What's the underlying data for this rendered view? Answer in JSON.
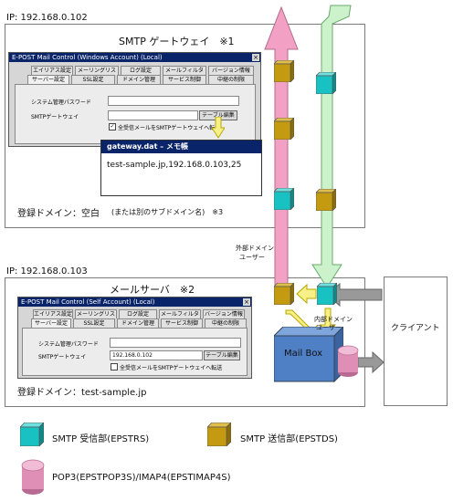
{
  "gateway": {
    "ip": "IP: 192.168.0.102",
    "title": "SMTP ゲートウェイ　※1",
    "window_title": "E-POST Mail Control (Windows Account) (Local)",
    "close_glyph": "×",
    "tabs_row1": [
      "エイリアス設定",
      "メーリングリスト",
      "ログ設定",
      "メールフィルタ",
      "バージョン情報"
    ],
    "tabs_row2": [
      "サーバー設定",
      "SSL設定",
      "ドメイン管理",
      "サービス制御",
      "中継の制限"
    ],
    "field_admin_password": "システム管理パスワード",
    "field_smtp_gateway": "SMTPゲートウェイ",
    "table_edit_button": "テーブル編集",
    "checkbox_check": "✓",
    "checkbox_label": "全受信メールをSMTPゲートウェイへ転送",
    "notepad_title": "gateway.dat – メモ帳",
    "notepad_content": "test-sample.jp,192.168.0.103,25",
    "domain_label": "登録ドメイン：空白",
    "domain_note": "(または別のサブドメイン名)　※3"
  },
  "mailserver": {
    "ip": "IP: 192.168.0.103",
    "title": "メールサーバ　※2",
    "window_title": "E-POST Mail Control (Self Account) (Local)",
    "close_glyph": "×",
    "tabs_row1": [
      "エイリアス設定",
      "メーリングリスト",
      "ログ設定",
      "メールフィルタ",
      "バージョン情報"
    ],
    "tabs_row2": [
      "サーバー設定",
      "SSL設定",
      "ドメイン管理",
      "サービス制御",
      "中継の制限"
    ],
    "field_admin_password": "システム管理パスワード",
    "field_smtp_gateway": "SMTPゲートウェイ",
    "smtp_gateway_value": "192.168.0.102",
    "table_edit_button": "テーブル編集",
    "checkbox_label": "全受信メールをSMTPゲートウェイへ転送",
    "domain_label": "登録ドメイン：test-sample.jp",
    "mailbox_label": "Mail Box"
  },
  "labels": {
    "external_user_line1": "外部ドメイン",
    "external_user_line2": "ユーザー",
    "internal_user_line1": "内部ドメイン",
    "internal_user_line2": "ユーザー",
    "client": "クライアント"
  },
  "legend": {
    "smtp_receive": "SMTP 受信部(EPSTRS)",
    "smtp_send": "SMTP 送信部(EPSTDS)",
    "pop_imap": "POP3(EPSTPOP3S)/IMAP4(EPSTIMAP4S)"
  },
  "colors": {
    "receive": "#19c2c2",
    "send": "#c49a10",
    "pop": "#df8fb5",
    "arrow_pink": "#f2a1c4",
    "arrow_green": "#ccf2cc",
    "arrow_gray": "#999999",
    "arrow_yellow": "#f7ef88",
    "mailbox": "#4f7fc4"
  }
}
